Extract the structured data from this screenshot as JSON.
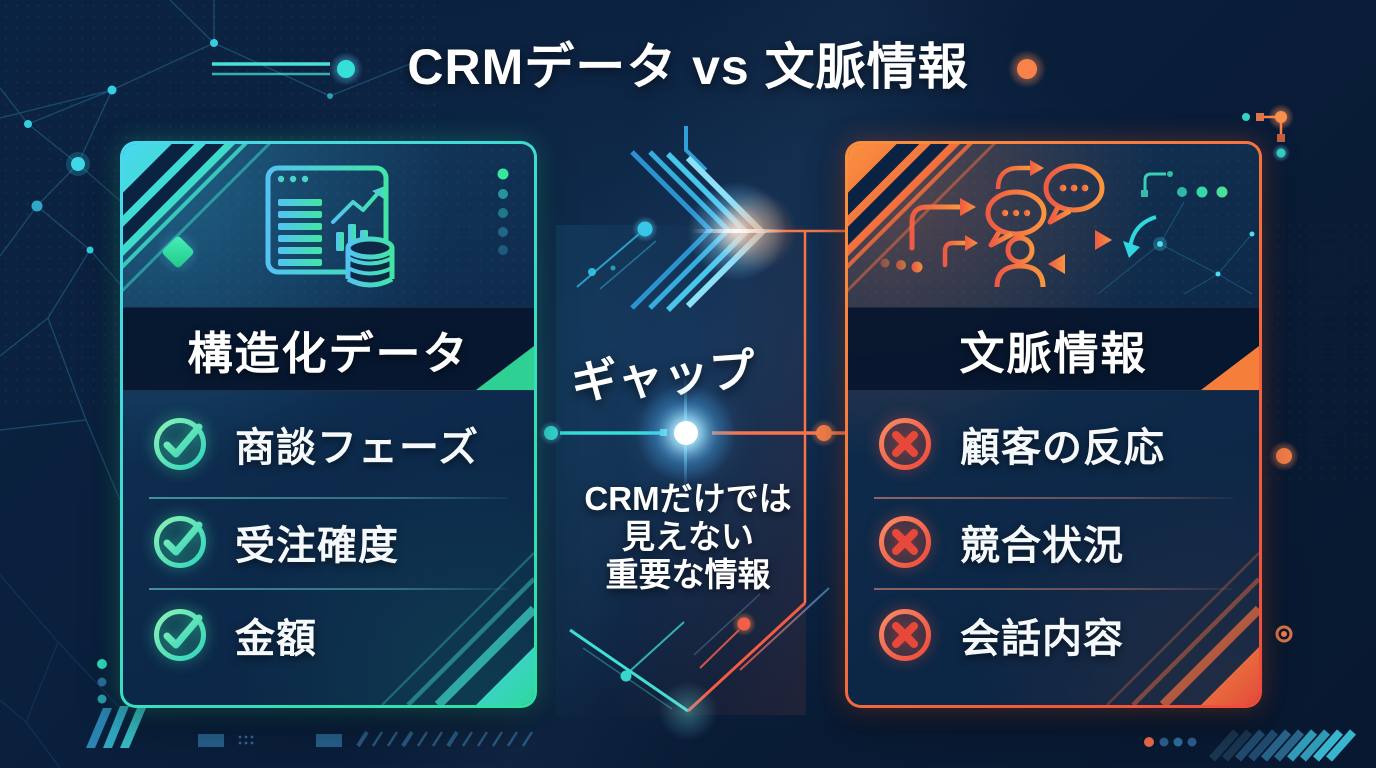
{
  "title": "CRMデータ vs 文脈情報",
  "left_card": {
    "header": "構造化データ",
    "icon": "crm-dashboard-icon",
    "item_icon": "check-circle-icon",
    "items": [
      "商談フェーズ",
      "受注確度",
      "金額"
    ],
    "accent_start": "#4ad8f0",
    "accent_end": "#2fe0a0"
  },
  "gap": {
    "label": "ギャップ",
    "lines": [
      "CRMだけでは",
      "見えない",
      "重要な情報"
    ]
  },
  "right_card": {
    "header": "文脈情報",
    "icon": "conversation-icon",
    "item_icon": "x-circle-icon",
    "items": [
      "顧客の反応",
      "競合状況",
      "会話内容"
    ],
    "accent_start": "#f9913f",
    "accent_end": "#ee4b3b"
  },
  "colors": {
    "background": "#0a1e3a",
    "text": "#ffffff",
    "teal": "#35e0d8",
    "green": "#2fd89a",
    "cyan": "#49c6ec",
    "orange": "#f9824a",
    "red": "#ee4b3b"
  }
}
